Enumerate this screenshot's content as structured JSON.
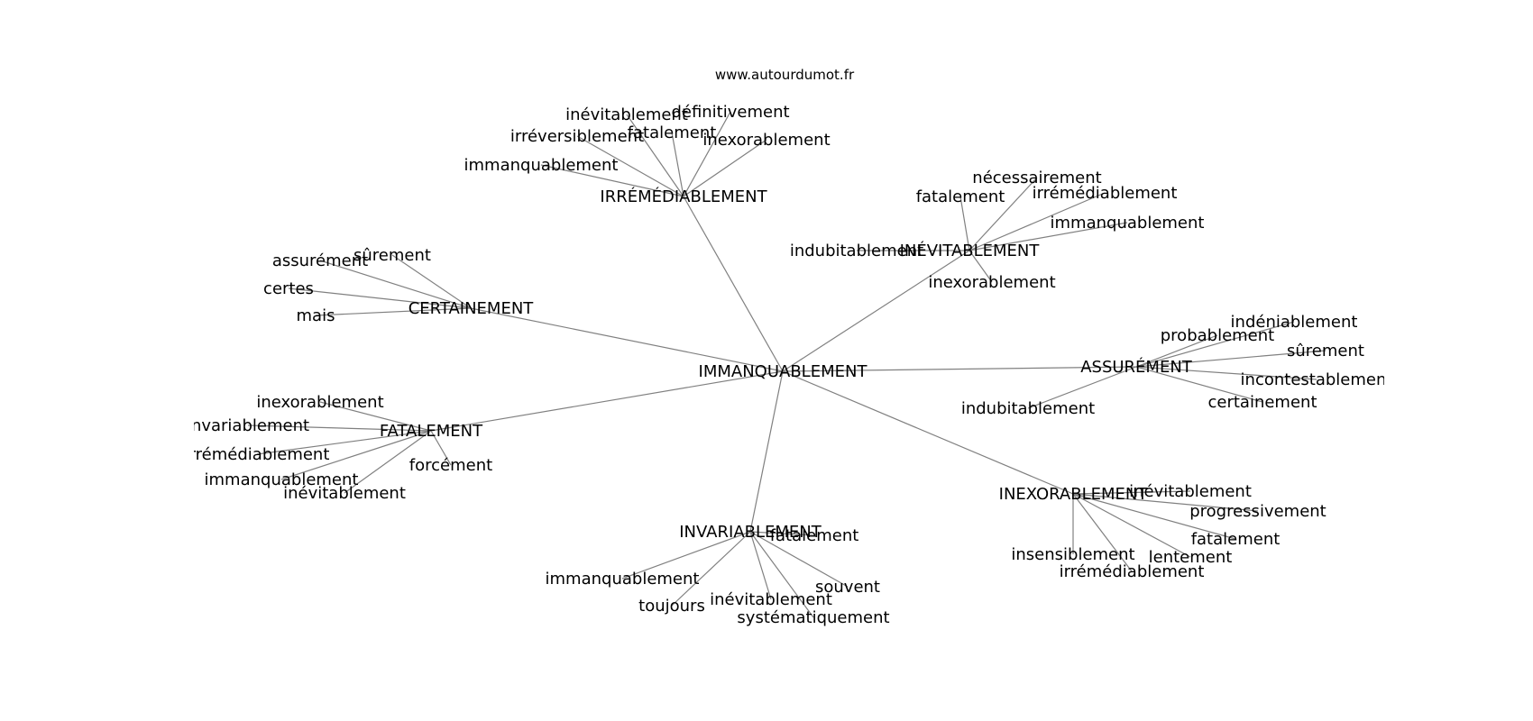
{
  "site_label": "www.autourdumot.fr",
  "center": "IMMANQUABLEMENT",
  "clusters": [
    {
      "hub": "IRRÉMÉDIABLEMENT",
      "leaves": [
        "inévitablement",
        "définitivement",
        "irréversiblement",
        "fatalement",
        "inexorablement",
        "immanquablement"
      ]
    },
    {
      "hub": "INÉVITABLEMENT",
      "leaves": [
        "nécessairement",
        "fatalement",
        "irrémédiablement",
        "immanquablement",
        "indubitablement",
        "inexorablement"
      ]
    },
    {
      "hub": "CERTAINEMENT",
      "leaves": [
        "sûrement",
        "assurément",
        "certes",
        "mais"
      ]
    },
    {
      "hub": "ASSURÉMENT",
      "leaves": [
        "indéniablement",
        "probablement",
        "sûrement",
        "incontestablement",
        "certainement",
        "indubitablement"
      ]
    },
    {
      "hub": "FATALEMENT",
      "leaves": [
        "inexorablement",
        "invariablement",
        "irrémédiablement",
        "immanquablement",
        "inévitablement",
        "forcément"
      ]
    },
    {
      "hub": "INEXORABLEMENT",
      "leaves": [
        "inévitablement",
        "progressivement",
        "fatalement",
        "lentement",
        "insensiblement",
        "irrémédiablement"
      ]
    },
    {
      "hub": "INVARIABLEMENT",
      "leaves": [
        "fatalement",
        "immanquablement",
        "souvent",
        "inévitablement",
        "toujours",
        "systématiquement"
      ]
    }
  ]
}
